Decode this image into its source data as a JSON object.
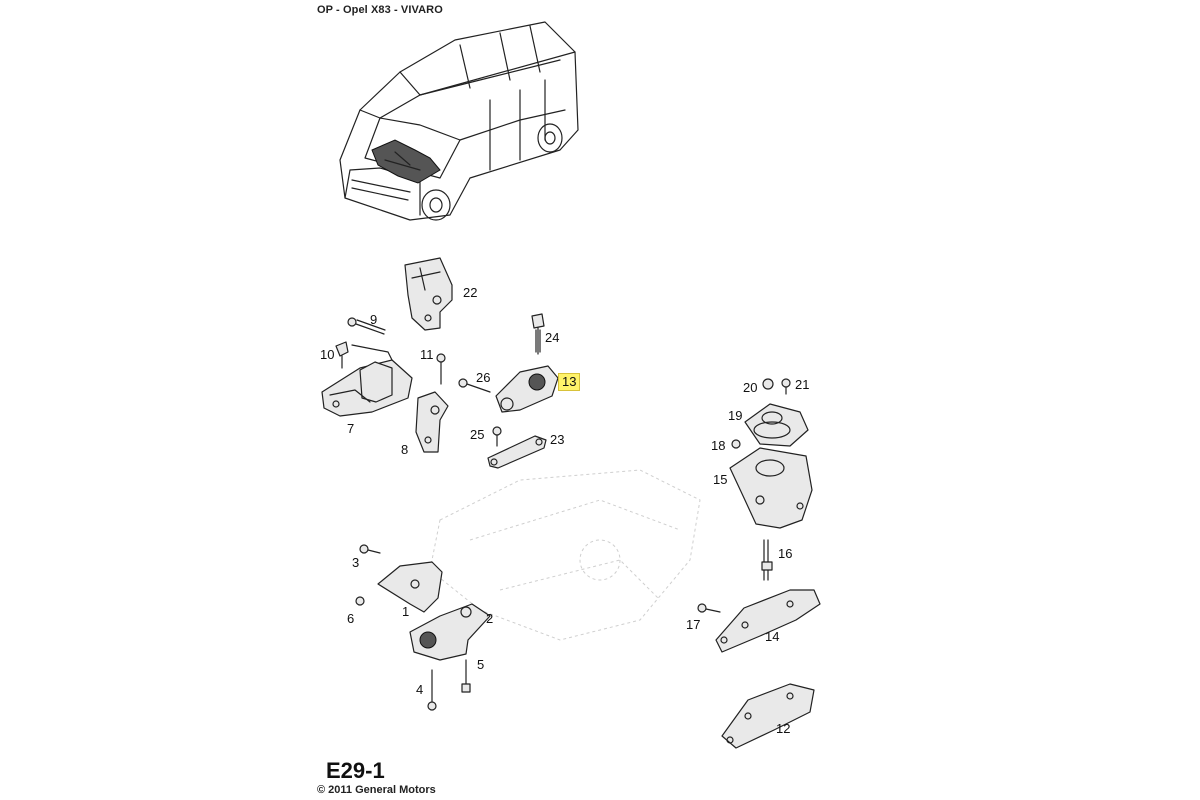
{
  "header": {
    "title": "OP - Opel X83 - VIVARO"
  },
  "footer": {
    "sheet_id": "E29-1",
    "copyright": "© 2011 General Motors"
  },
  "parts": [
    {
      "number": "1"
    },
    {
      "number": "2"
    },
    {
      "number": "3"
    },
    {
      "number": "4"
    },
    {
      "number": "5"
    },
    {
      "number": "6"
    },
    {
      "number": "7"
    },
    {
      "number": "8"
    },
    {
      "number": "9"
    },
    {
      "number": "10"
    },
    {
      "number": "11"
    },
    {
      "number": "12"
    },
    {
      "number": "13",
      "highlighted": true
    },
    {
      "number": "14"
    },
    {
      "number": "15"
    },
    {
      "number": "16"
    },
    {
      "number": "17"
    },
    {
      "number": "18"
    },
    {
      "number": "19"
    },
    {
      "number": "20"
    },
    {
      "number": "21"
    },
    {
      "number": "22"
    },
    {
      "number": "23"
    },
    {
      "number": "24"
    },
    {
      "number": "25"
    },
    {
      "number": "26"
    }
  ],
  "colors": {
    "highlight": "#fff36a"
  }
}
